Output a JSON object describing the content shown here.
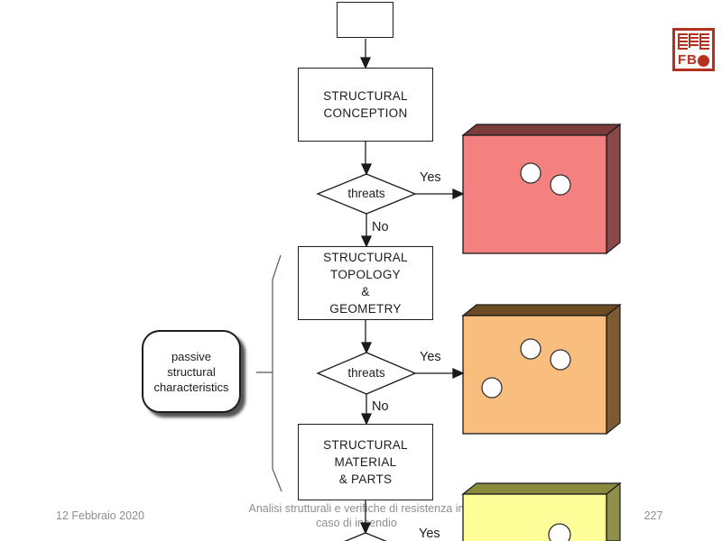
{
  "slide": {
    "footer": {
      "date": "12 Febbraio 2020",
      "title_line1": "Analisi strutturali e verifiche di resistenza in",
      "title_line2": "caso di incendio",
      "page_number": "227"
    },
    "seal": {
      "letters": "FB",
      "color": "#b5301f"
    }
  },
  "flowchart": {
    "start_box_label": "",
    "process_boxes": [
      {
        "id": "structural-conception",
        "lines": [
          "STRUCTURAL",
          "CONCEPTION"
        ]
      },
      {
        "id": "structural-topology",
        "lines": [
          "STRUCTURAL",
          "TOPOLOGY",
          "&",
          "GEOMETRY"
        ]
      },
      {
        "id": "structural-material",
        "lines": [
          "STRUCTURAL",
          "MATERIAL",
          "& PARTS"
        ]
      }
    ],
    "decisions": [
      {
        "label": "threats",
        "yes_label": "Yes",
        "no_label": "No"
      },
      {
        "label": "threats",
        "yes_label": "Yes",
        "no_label": "No"
      },
      {
        "yes_label": "Yes"
      }
    ],
    "side_note_lines": [
      "passive",
      "structural",
      "characteristics"
    ]
  },
  "illustrations": {
    "red_block": {
      "front": "#f48080",
      "top": "#7d3a3a",
      "side": "#8a4846",
      "holes": 2
    },
    "orange_block": {
      "front": "#f9bd7d",
      "top": "#6b4a24",
      "side": "#7c5c30",
      "holes": 3
    },
    "yellow_block": {
      "front": "#ffff99",
      "top": "#8a8a3c",
      "side": "#90904a",
      "holes": 1
    },
    "text_color": "#1c1c1c",
    "footer_color": "#8f8f8f"
  }
}
